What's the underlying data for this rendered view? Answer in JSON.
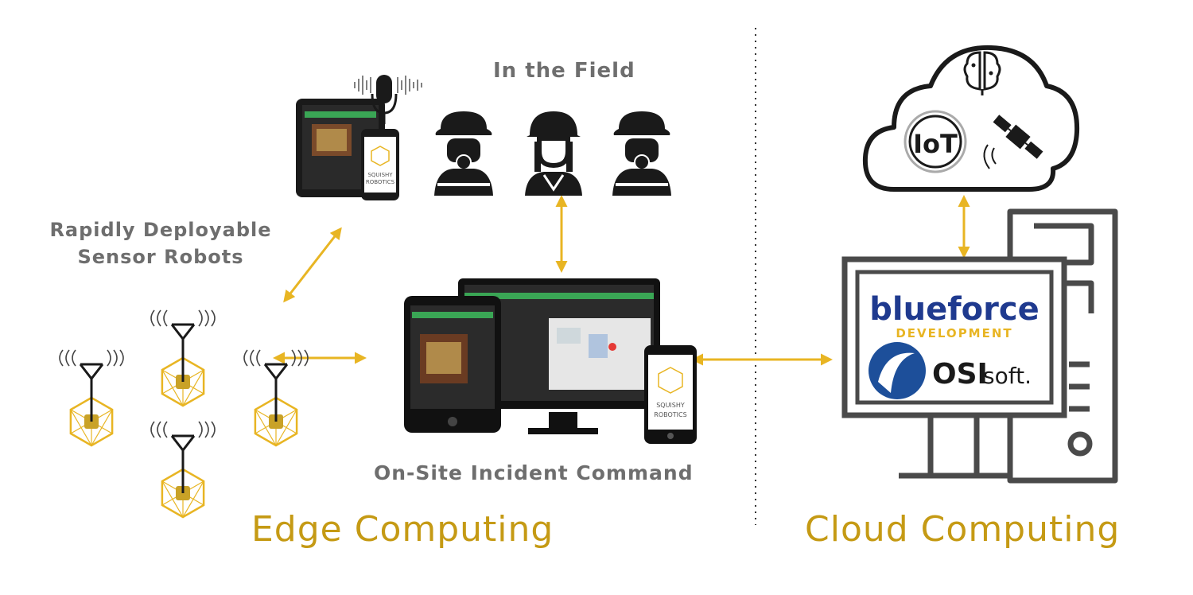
{
  "labels": {
    "in_the_field": "In the Field",
    "robots_line1": "Rapidly Deployable",
    "robots_line2": "Sensor Robots",
    "incident_command": "On-Site Incident Command",
    "edge_computing": "Edge Computing",
    "cloud_computing": "Cloud Computing"
  },
  "devices": {
    "phone_brand_line1": "SQUISHY",
    "phone_brand_line2": "ROBOTICS"
  },
  "cloud": {
    "iot_label": "IoT"
  },
  "logos": {
    "blueforce": "blueforce",
    "blueforce_sub": "DEVELOPMENT",
    "osisoft_bold": "OSI",
    "osisoft_light": "soft."
  },
  "colors": {
    "gold": "#e8b523",
    "gold_text": "#c59a14",
    "dark": "#1a1a1a",
    "gray_text": "#6e6e6e",
    "blueforce_blue": "#1f3a8f"
  },
  "icons": [
    "microphone-icon",
    "firefighter-icon",
    "worker-icon",
    "robot-icon",
    "antenna-icon",
    "brain-icon",
    "satellite-icon",
    "computer-tower-icon"
  ]
}
